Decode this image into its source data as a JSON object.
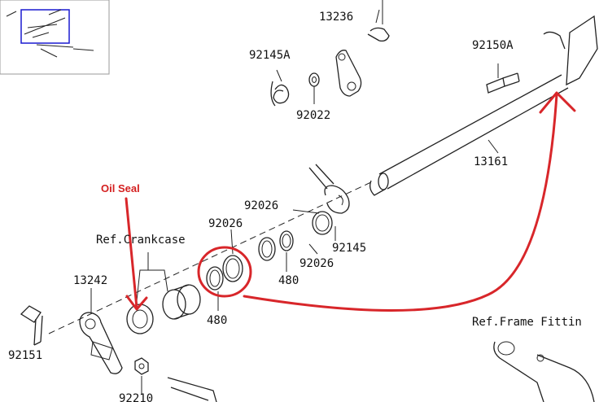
{
  "colors": {
    "annotation": "#d8262a",
    "line": "#222222",
    "thumbnail_frame": "#1a1ad0"
  },
  "minimap": {
    "icon": "thumbnail-overview-icon"
  },
  "labels": {
    "p13236": "13236",
    "p92145A": "92145A",
    "p92022": "92022",
    "p92150A": "92150A",
    "p13161": "13161",
    "p92026a": "92026",
    "p92026b": "92026",
    "p92145": "92145",
    "p92026c": "92026",
    "p480a": "480",
    "p480b": "480",
    "p13242": "13242",
    "p92151": "92151",
    "p92210": "92210",
    "ref_crankcase": "Ref.Crankcase",
    "ref_frame": "Ref.Frame Fittin"
  },
  "annotation": {
    "oil_seal": "Oil Seal"
  }
}
